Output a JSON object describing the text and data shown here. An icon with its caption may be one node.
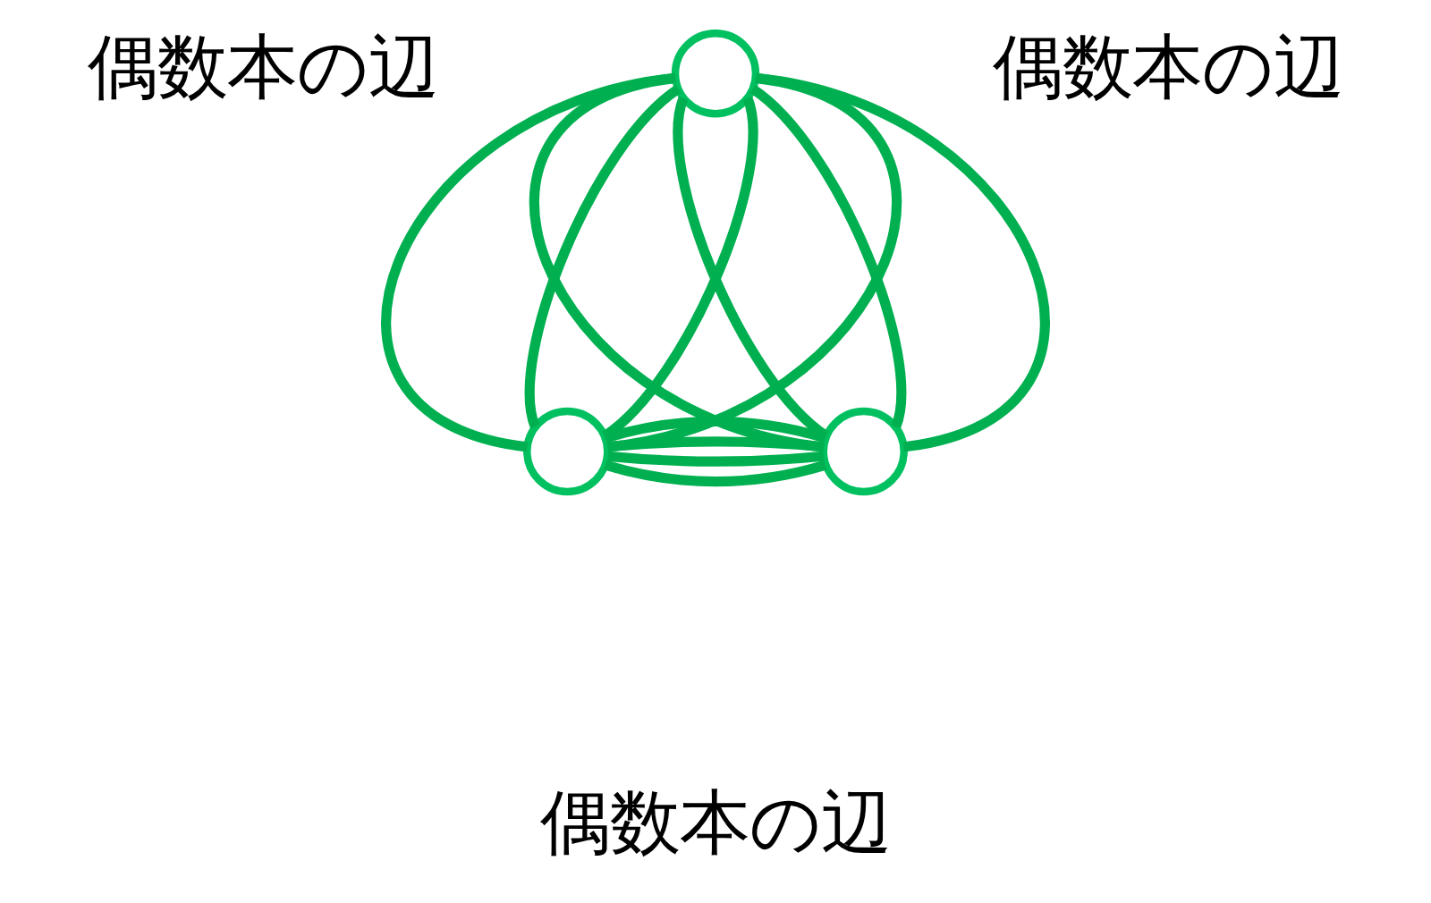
{
  "diagram": {
    "nodes": [
      {
        "text": [],
        "shape": "circle"
      },
      {
        "text": [],
        "shape": "circle"
      },
      {
        "text": [],
        "shape": "circle"
      }
    ],
    "edges": [
      {
        "from": 0,
        "to": 1,
        "arrow": "none"
      },
      {
        "from": 0,
        "to": 1,
        "arrow": "none"
      },
      {
        "from": 0,
        "to": 1,
        "arrow": "none"
      },
      {
        "from": 0,
        "to": 1,
        "arrow": "none"
      },
      {
        "from": 0,
        "to": 2,
        "arrow": "none"
      },
      {
        "from": 0,
        "to": 2,
        "arrow": "none"
      },
      {
        "from": 0,
        "to": 2,
        "arrow": "none"
      },
      {
        "from": 0,
        "to": 2,
        "arrow": "none"
      },
      {
        "from": 1,
        "to": 2,
        "arrow": "none"
      },
      {
        "from": 1,
        "to": 2,
        "arrow": "none"
      },
      {
        "from": 1,
        "to": 2,
        "arrow": "none"
      },
      {
        "from": 1,
        "to": 2,
        "arrow": "none"
      }
    ],
    "labels": [
      "偶数本の辺",
      "偶数本の辺",
      "偶数本の辺"
    ]
  }
}
